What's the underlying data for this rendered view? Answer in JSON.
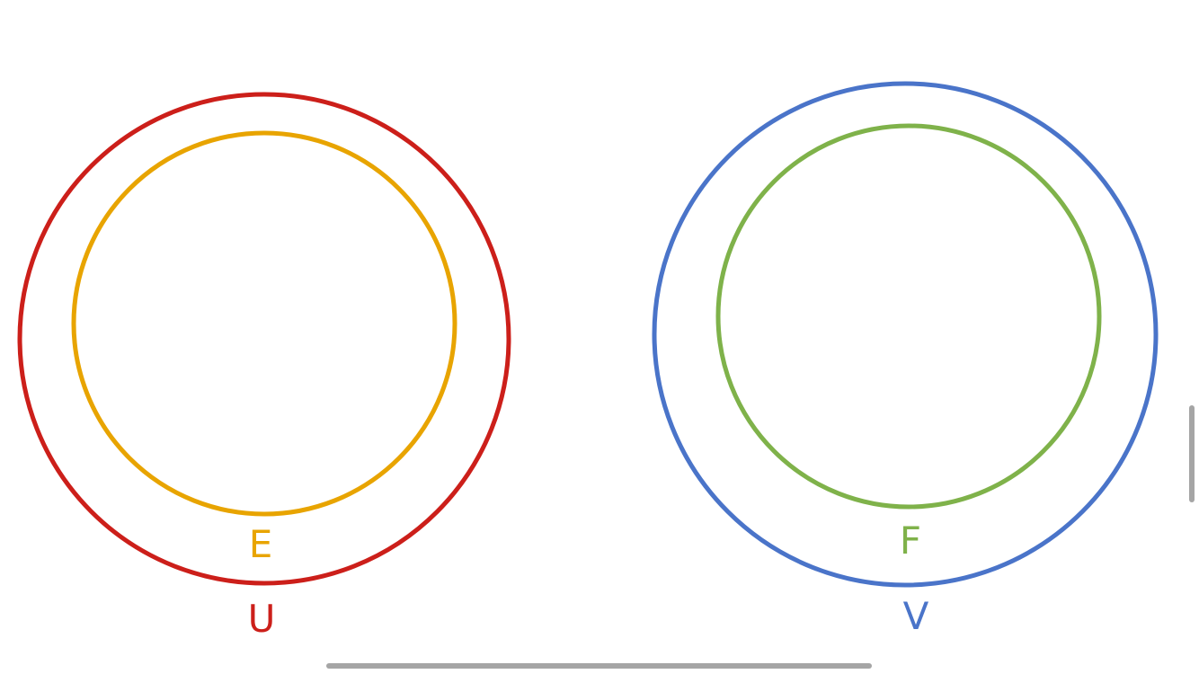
{
  "diagram": {
    "left_group": {
      "outer_label": "U",
      "inner_label": "E",
      "outer_color": "#cc1f1a",
      "inner_color": "#e8a400"
    },
    "right_group": {
      "outer_label": "V",
      "inner_label": "F",
      "outer_color": "#4a74c9",
      "inner_color": "#7fb24a"
    }
  }
}
